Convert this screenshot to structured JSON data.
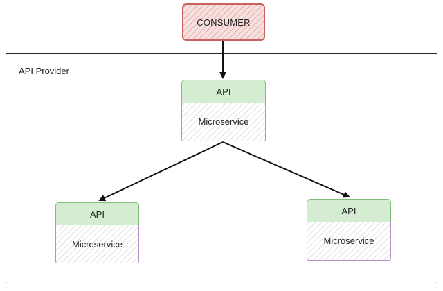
{
  "consumer": {
    "label": "CONSUMER"
  },
  "provider": {
    "label": "API Provider"
  },
  "services": {
    "top": {
      "api_label": "API",
      "body_label": "Microservice"
    },
    "left": {
      "api_label": "API",
      "body_label": "Microservice"
    },
    "right": {
      "api_label": "API",
      "body_label": "Microservice"
    }
  },
  "colors": {
    "consumer_border": "#c9625f",
    "api_fill": "#d4ecd1",
    "api_border": "#7fbf7b",
    "microservice_border": "#b690c6",
    "arrow": "#111111"
  }
}
